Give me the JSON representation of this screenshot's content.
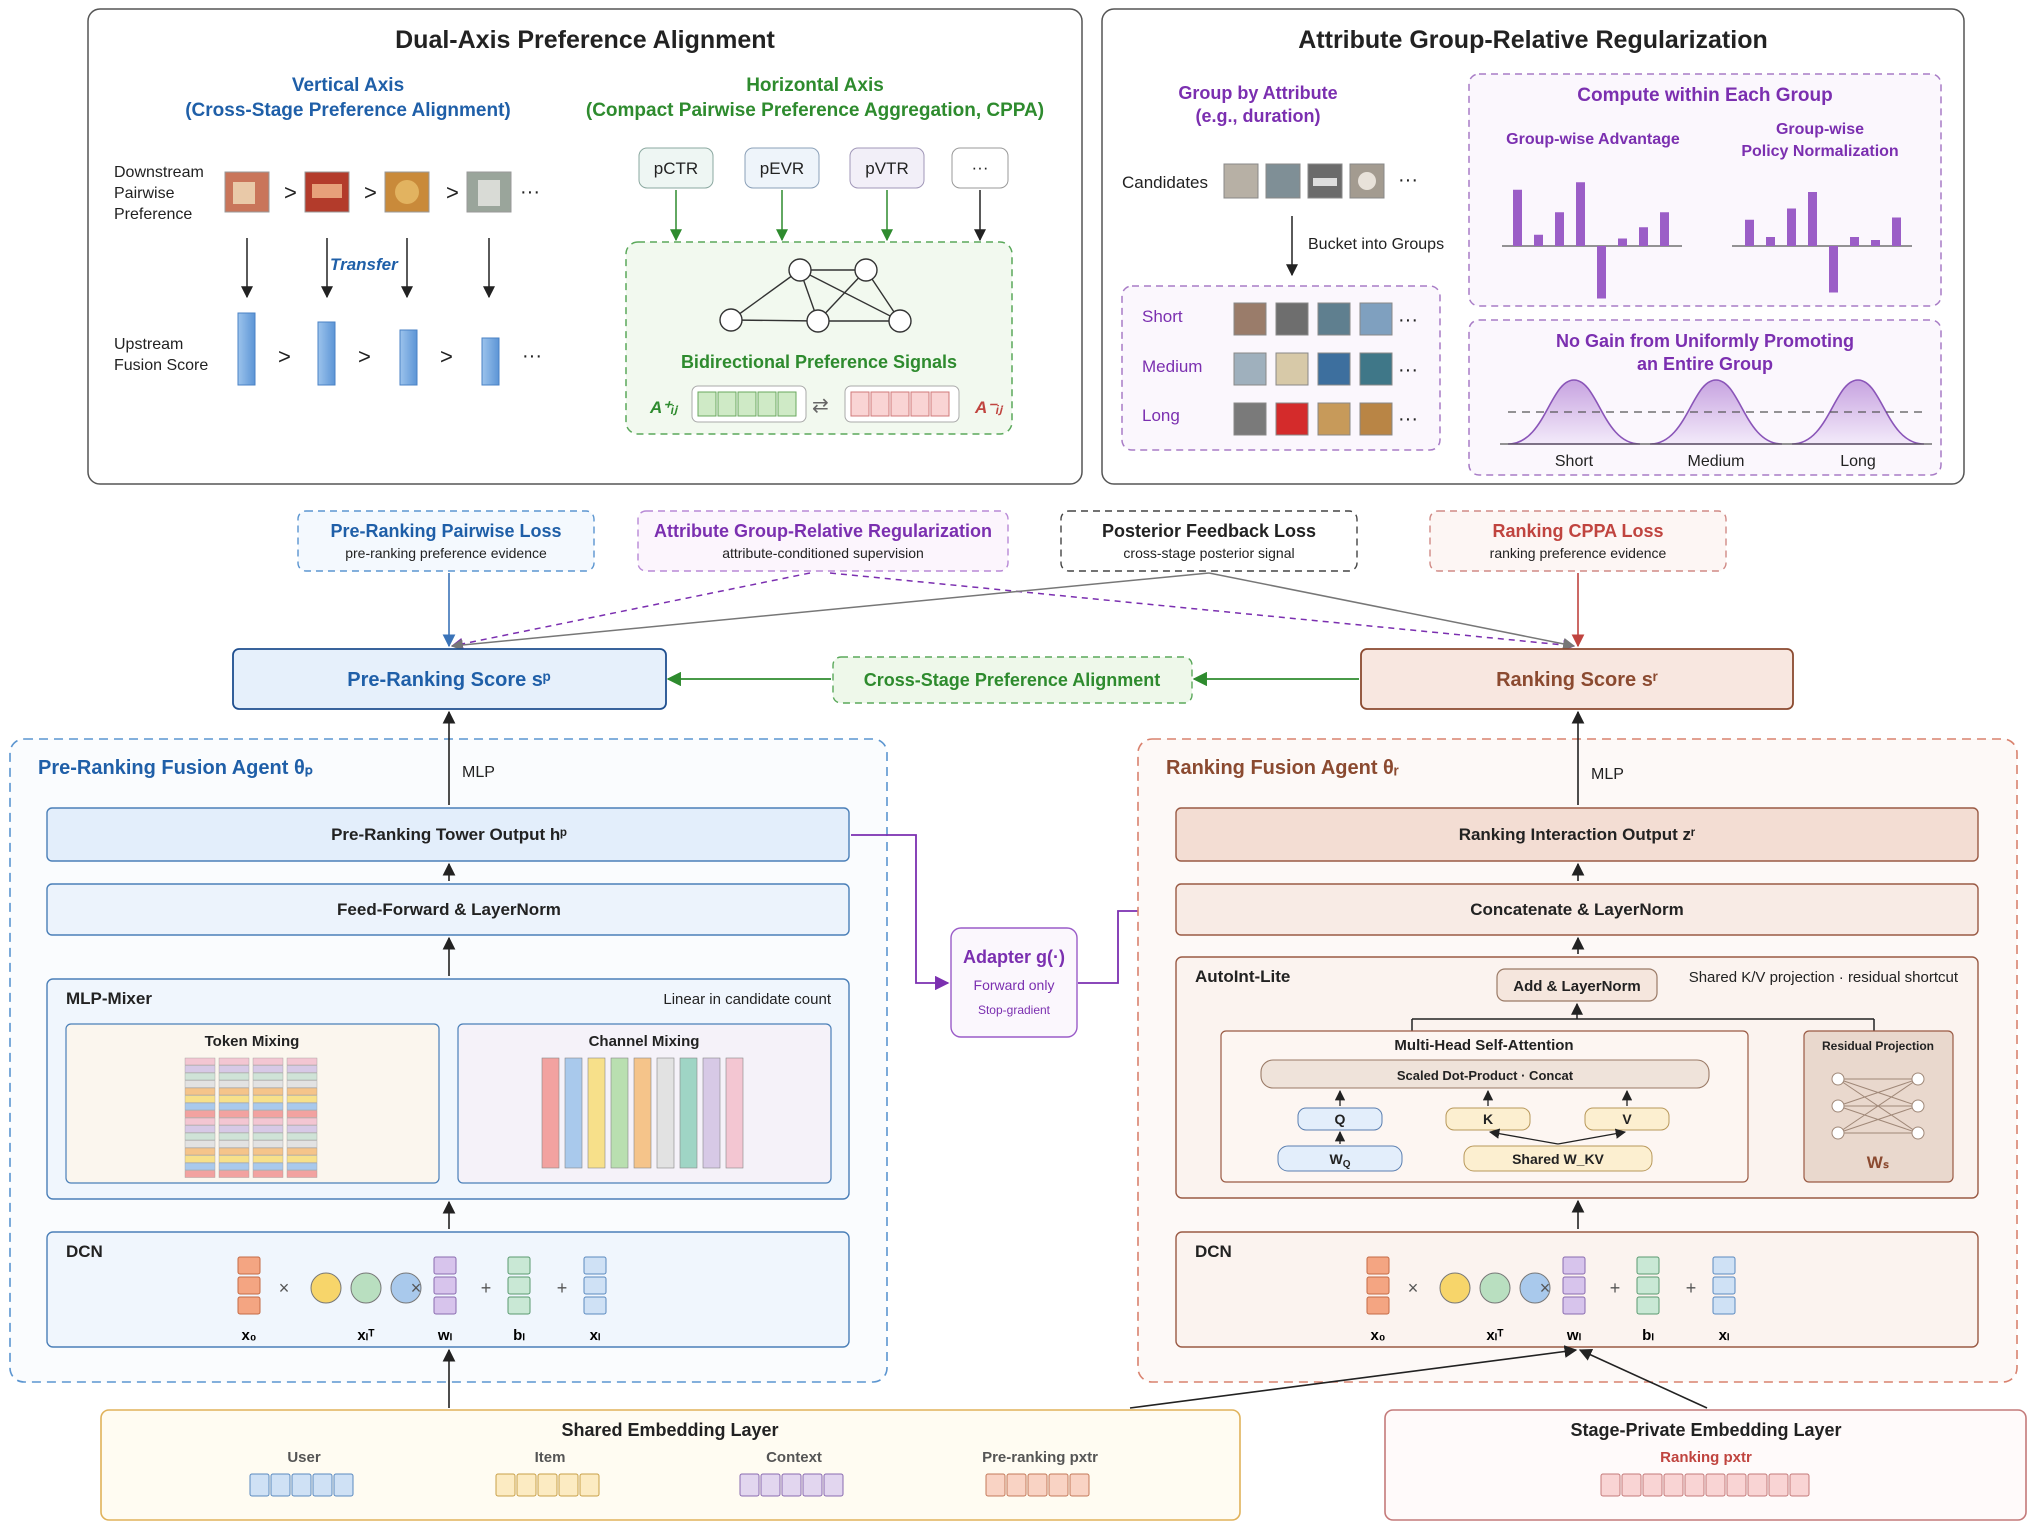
{
  "top_left": {
    "title": "Dual-Axis Preference Alignment",
    "vertical_title": "Vertical Axis",
    "vertical_subtitle": "(Cross-Stage Preference Alignment)",
    "horizontal_title": "Horizontal Axis",
    "horizontal_subtitle": "(Compact Pairwise Preference Aggregation, CPPA)",
    "downstream_label": [
      "Downstream",
      "Pairwise",
      "Preference"
    ],
    "upstream_label": [
      "Upstream",
      "Fusion Score"
    ],
    "transfer": "Transfer",
    "gt": ">",
    "ellipsis": "···",
    "metrics": [
      "pCTR",
      "pEVR",
      "pVTR",
      "···"
    ],
    "signals_title": "Bidirectional Preference Signals",
    "a_plus": "A⁺ᵢⱼ",
    "a_minus": "A⁻ᵢⱼ"
  },
  "top_right": {
    "title": "Attribute Group-Relative Regularization",
    "group_by": [
      "Group by Attribute",
      "(e.g., duration)"
    ],
    "candidates": "Candidates",
    "bucket": "Bucket into Groups",
    "groups": [
      "Short",
      "Medium",
      "Long"
    ],
    "compute_title": "Compute within Each Group",
    "advantage": "Group-wise Advantage",
    "policy_norm": [
      "Group-wise",
      "Policy Normalization"
    ],
    "advantage_bars": [
      0.75,
      0.15,
      0.45,
      0.85,
      -0.7,
      0.1,
      0.25,
      0.45
    ],
    "policy_bars": [
      0.35,
      0.12,
      0.5,
      0.72,
      -0.62,
      0.12,
      0.08,
      0.38
    ],
    "no_gain": [
      "No Gain from Uniformly Promoting",
      "an Entire Group"
    ],
    "curve_labels": [
      "Short",
      "Medium",
      "Long"
    ],
    "ellipsis": "···"
  },
  "losses": [
    {
      "title": "Pre-Ranking Pairwise Loss",
      "sub": "pre-ranking preference evidence",
      "color": "#1f5fa8"
    },
    {
      "title": "Attribute Group-Relative Regularization",
      "sub": "attribute-conditioned supervision",
      "color": "#7b2fb0"
    },
    {
      "title": "Posterior Feedback Loss",
      "sub": "cross-stage posterior signal",
      "color": "#333333"
    },
    {
      "title": "Ranking CPPA Loss",
      "sub": "ranking preference evidence",
      "color": "#c0443f"
    }
  ],
  "scores": {
    "pre": "Pre-Ranking Score sᵖ",
    "rank": "Ranking Score sʳ",
    "align": "Cross-Stage Preference Alignment"
  },
  "pre_agent": {
    "title": "Pre-Ranking Fusion Agent θₚ",
    "mlp": "MLP",
    "tower": "Pre-Ranking Tower Output hᵖ",
    "ffn": "Feed-Forward & LayerNorm",
    "mixer": "MLP-Mixer",
    "mixer_note": "Linear in candidate count",
    "token": "Token Mixing",
    "channel": "Channel Mixing",
    "dcn": "DCN"
  },
  "dcn_labels": [
    "x₀",
    "×",
    "xₗᵀ",
    "×",
    "wₗ",
    "+",
    "bₗ",
    "+",
    "xₗ"
  ],
  "adapter": {
    "title": "Adapter g(·)",
    "line1": "Forward only",
    "line2": "Stop-gradient"
  },
  "rank_agent": {
    "title": "Ranking Fusion Agent θᵣ",
    "mlp": "MLP",
    "output": "Ranking Interaction Output zʳ",
    "concat": "Concatenate & LayerNorm",
    "autoint": "AutoInt-Lite",
    "add_ln": "Add & LayerNorm",
    "autoint_note": "Shared K/V projection · residual shortcut",
    "mhsa": "Multi-Head Self-Attention",
    "sdp": "Scaled Dot-Product · Concat",
    "q": "Q",
    "k": "K",
    "v": "V",
    "wq": "W_Q",
    "wkv": "Shared W_KV",
    "residual": "Residual Projection",
    "ws": "Wₛ",
    "dcn": "DCN"
  },
  "embeddings": {
    "shared": "Shared Embedding Layer",
    "shared_groups": [
      "User",
      "Item",
      "Context",
      "Pre-ranking pxtr"
    ],
    "private": "Stage-Private Embedding Layer",
    "private_group": "Ranking pxtr"
  },
  "colors": {
    "blue": "#1f5fa8",
    "green": "#2e8b2e",
    "purple": "#7b2fb0",
    "brown": "#8b4a30",
    "red": "#c0443f"
  }
}
